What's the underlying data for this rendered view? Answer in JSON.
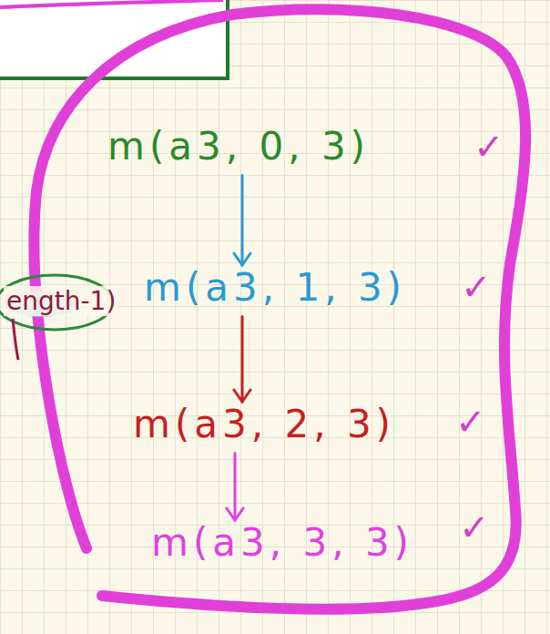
{
  "diagram": {
    "nodes": [
      {
        "text": [
          "m(a3, 0, 3)"
        ]
      },
      {
        "text": [
          "m(a3, 1, 3)"
        ]
      },
      {
        "text": [
          "m(a3, 2, 3)"
        ]
      },
      {
        "text": [
          "m(a3, 3, 3)"
        ]
      }
    ],
    "edges": [
      {
        "from": 0,
        "to": 1,
        "arrow": "to"
      },
      {
        "from": 1,
        "to": 2,
        "arrow": "to"
      },
      {
        "from": 2,
        "to": 3,
        "arrow": "to"
      }
    ],
    "labels": [
      "ength-1)",
      "✓",
      "✓",
      "✓",
      "✓"
    ]
  }
}
